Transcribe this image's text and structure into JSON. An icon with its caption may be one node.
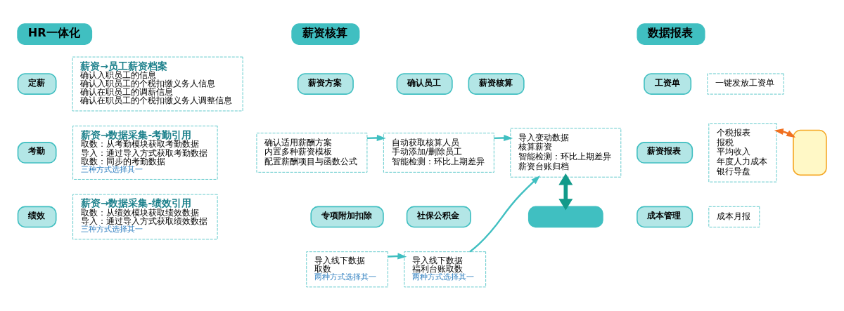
{
  "diagram": {
    "nodes": [
      {
        "text": [
          "HR一体化"
        ]
      },
      {
        "text": [
          "定薪"
        ]
      },
      {
        "text": [
          "薪资→员工薪资档案",
          "确认入职员工的信息",
          "确认入职员工的个税扣缴义务人信息",
          "确认在职员工的调薪信息",
          "确认在职员工的个税扣缴义务人调整信息"
        ]
      },
      {
        "text": [
          "考勤"
        ]
      },
      {
        "text": [
          "薪资→数据采集-考勤引用",
          "取数：从考勤模块获取考勤数据",
          "导入：通过导入方式获取考勤数据",
          "取数：同步的考勤数据",
          "三种方式选择其一"
        ]
      },
      {
        "text": [
          "绩效"
        ]
      },
      {
        "text": [
          "薪资→数据采集-绩效引用",
          "取数：从绩效模块获取绩效数据",
          "导入：通过导入方式获取绩效数据",
          "三种方式选择其一"
        ]
      },
      {
        "text": [
          "薪资核算"
        ]
      },
      {
        "text": [
          "薪资方案"
        ]
      },
      {
        "text": [
          "确认适用薪酬方案",
          "内置多种薪资模板",
          "配置薪酬项目与函数公式"
        ]
      },
      {
        "text": [
          "确认员工"
        ]
      },
      {
        "text": [
          "自动获取核算人员",
          "手动添加/删除员工",
          "智能检测：环比上期差异"
        ]
      },
      {
        "text": [
          "专项附加扣除"
        ]
      },
      {
        "text": [
          "导入线下数据",
          "取数",
          "两种方式选择其一"
        ]
      },
      {
        "text": [
          "社保公积金"
        ]
      },
      {
        "text": [
          "导入线下数据",
          "福利台账取数",
          "两种方式选择其一"
        ]
      },
      {
        "text": [
          "薪资核算"
        ]
      },
      {
        "text": [
          "导入变动数据",
          "核算薪资",
          "智能检测：环比上期差异",
          "薪资台账归档"
        ]
      },
      {
        "text": [
          "数据报表"
        ]
      },
      {
        "text": [
          "工资单"
        ]
      },
      {
        "text": [
          "一键发放工资单"
        ]
      },
      {
        "text": [
          "薪资报表"
        ]
      },
      {
        "text": [
          "个税报表",
          "报税",
          "平均收入",
          "年度人力成本",
          "银行导盘"
        ]
      },
      {
        "text": [],
        "shape": "box"
      },
      {
        "text": [
          "成本管理"
        ]
      },
      {
        "text": [
          "成本月报"
        ]
      },
      {
        "text": [],
        "shape": "box"
      }
    ],
    "edges": [
      {
        "from": 9,
        "to": 11,
        "arrow": "to"
      },
      {
        "from": 11,
        "to": 17,
        "arrow": "to"
      },
      {
        "from": 13,
        "to": 15,
        "arrow": "to"
      },
      {
        "from": 15,
        "to": 17,
        "arrow": "to"
      },
      {
        "from": 17,
        "to": 26,
        "arrow": "both",
        "style": "thick",
        "color": "#129a8a"
      },
      {
        "from": 22,
        "to": 23,
        "arrow": "both",
        "color": "#f07020"
      }
    ]
  }
}
